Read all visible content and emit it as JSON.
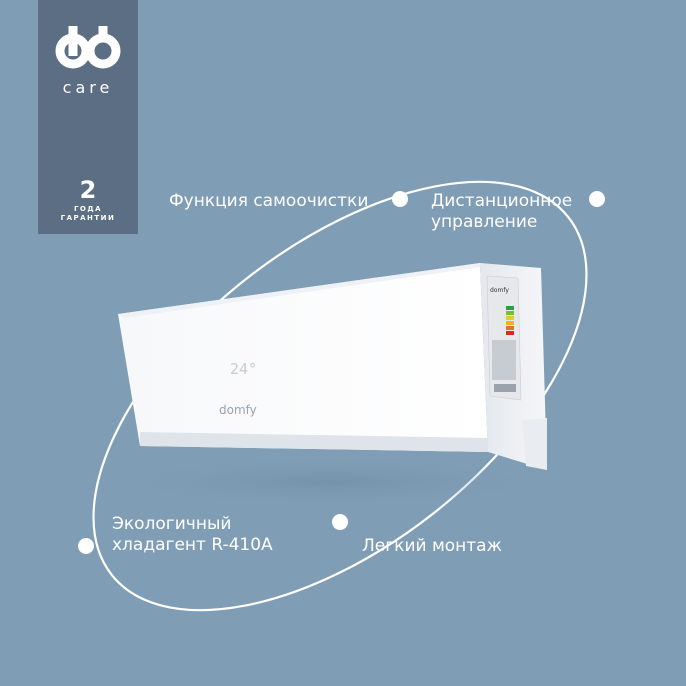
{
  "brand": {
    "logo_icon": "domfy-care-logo-icon",
    "tagline": "care",
    "warranty_years": "2",
    "warranty_label_line1": "ГОДА",
    "warranty_label_line2": "ГАРАНТИИ"
  },
  "features": {
    "self_cleaning": "Функция самоочистки",
    "remote_line1": "Дистанционное",
    "remote_line2": "управление",
    "eco_line1": "Экологичный",
    "eco_line2": "хладагент R-410A",
    "installation": "Легкий монтаж"
  },
  "product": {
    "display_temperature": "24°",
    "unit_brand": "domfy",
    "side_sticker_brand": "domfy"
  },
  "colors": {
    "background": "#7f9db5",
    "badge": "#5b6e83",
    "accent": "#ffffff"
  }
}
